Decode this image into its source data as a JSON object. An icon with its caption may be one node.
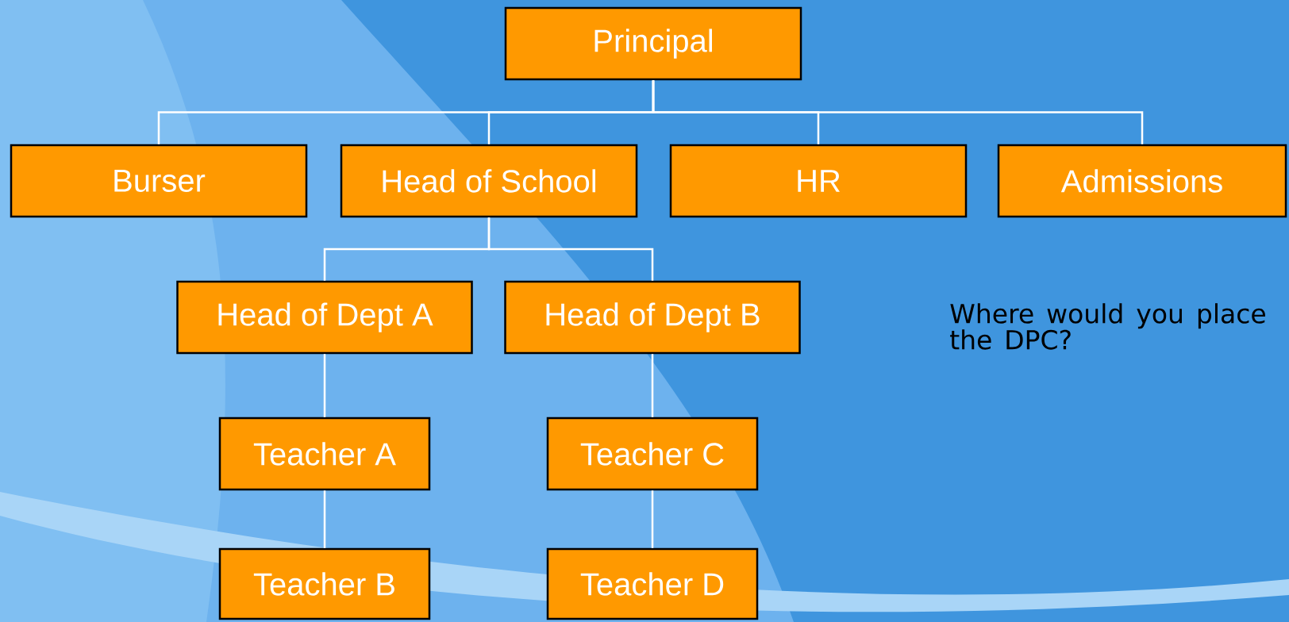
{
  "diagram": {
    "nodes": [
      {
        "text": [
          "Principal"
        ]
      },
      {
        "text": [
          "Burser"
        ]
      },
      {
        "text": [
          "Head of School"
        ]
      },
      {
        "text": [
          "HR"
        ]
      },
      {
        "text": [
          "Admissions"
        ]
      },
      {
        "text": [
          "Head of Dept A"
        ]
      },
      {
        "text": [
          "Head of Dept B"
        ]
      },
      {
        "text": [
          "Teacher A"
        ]
      },
      {
        "text": [
          "Teacher B"
        ]
      },
      {
        "text": [
          "Teacher C"
        ]
      },
      {
        "text": [
          "Teacher D"
        ]
      }
    ],
    "edges": [
      {
        "from": 0,
        "to": 1,
        "arrow": "none"
      },
      {
        "from": 0,
        "to": 2,
        "arrow": "none"
      },
      {
        "from": 0,
        "to": 3,
        "arrow": "none"
      },
      {
        "from": 0,
        "to": 4,
        "arrow": "none"
      },
      {
        "from": 2,
        "to": 5,
        "arrow": "none"
      },
      {
        "from": 2,
        "to": 6,
        "arrow": "none"
      },
      {
        "from": 5,
        "to": 7,
        "arrow": "none"
      },
      {
        "from": 7,
        "to": 8,
        "arrow": "none"
      },
      {
        "from": 6,
        "to": 9,
        "arrow": "none"
      },
      {
        "from": 9,
        "to": 10,
        "arrow": "none"
      }
    ],
    "labels": [
      "Where would you place the DPC?"
    ]
  }
}
